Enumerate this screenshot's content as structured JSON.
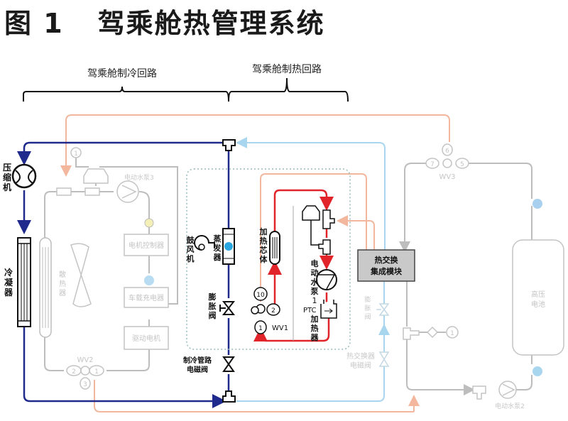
{
  "figure": {
    "prefix": "图 1",
    "title": "驾乘舱热管理系统"
  },
  "braces": {
    "cooling_loop": "驾乘舱制冷回路",
    "heating_loop": "驾乘舱制热回路"
  },
  "components": {
    "compressor": [
      "压",
      "缩",
      "机"
    ],
    "condenser": [
      "冷",
      "凝",
      "器"
    ],
    "radiator": [
      "散",
      "热",
      "器"
    ],
    "blower": [
      "鼓",
      "风",
      "机"
    ],
    "evaporator": [
      "蒸",
      "发",
      "器"
    ],
    "expansion_valve": [
      "膨",
      "胀",
      "阀"
    ],
    "heater_core": [
      "加",
      "热",
      "芯",
      "体"
    ],
    "pump1": [
      "电",
      "动",
      "水",
      "泵",
      "1"
    ],
    "ptc_label": "PTC",
    "ptc_heater": [
      "加",
      "热",
      "器"
    ],
    "wv1": "WV1",
    "wv1_ports": [
      "10",
      "2",
      "1"
    ],
    "wv2": "WV2",
    "wv2_ports": [
      "2",
      "1",
      "3"
    ],
    "wv3": "WV3",
    "wv3_ports": [
      "7",
      "6",
      "5"
    ],
    "pump3": "电动水泵3",
    "pump2": "电动水泵2",
    "motor_controller": "电机控制器",
    "onboard_charger": "车载充电器",
    "drive_motor": "驱动电机",
    "hx_module_line1": "热交换",
    "hx_module_line2": "集成模块",
    "hx_expansion_valve": [
      "膨",
      "胀",
      "阀"
    ],
    "hx_solenoid_line1": "热交换器",
    "hx_solenoid_line2": "电磁阀",
    "cooling_solenoid_line1": "制冷管路",
    "cooling_solenoid_line2": "电磁阀",
    "battery_line1": "高压",
    "battery_line2": "电池",
    "reservoir_marker": "1"
  },
  "colors": {
    "refrigerant": "#1f2a8c",
    "hot_coolant": "#e0242a",
    "warm_coolant": "#f2b79c",
    "cool_coolant": "#a9d6ef",
    "inactive": "#bdbdbd",
    "sensor_blue": "#4fb0e6",
    "sensor_yellow": "#f3efb7",
    "module_fill": "#c9c9c9"
  }
}
